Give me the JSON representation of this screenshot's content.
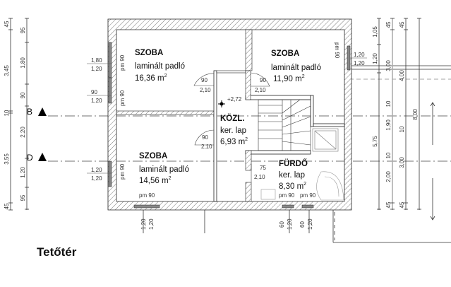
{
  "title": "Tetőtér",
  "sections": [
    "B",
    "D"
  ],
  "rooms": [
    {
      "name": "SZOBA",
      "floor": "laminált padló",
      "area": "16,36 m",
      "sup": "2"
    },
    {
      "name": "SZOBA",
      "floor": "laminált padló",
      "area": "11,90 m",
      "sup": "2"
    },
    {
      "name": "KÖZL.",
      "floor": "ker. lap",
      "area": "6,93 m",
      "sup": "2"
    },
    {
      "name": "SZOBA",
      "floor": "laminált padló",
      "area": "14,56 m",
      "sup": "2"
    },
    {
      "name": "FÜRDŐ",
      "floor": "ker. lap",
      "area": "8,30 m",
      "sup": "2"
    }
  ],
  "level_mark": "+2,72",
  "sill_label": "pm 90",
  "doors": [
    {
      "w": "90",
      "h": "2,10"
    },
    {
      "w": "90",
      "h": "2,10"
    },
    {
      "w": "90",
      "h": "2,10"
    },
    {
      "w": "75",
      "h": "2,10"
    }
  ],
  "windows_left": [
    {
      "w": "1,80",
      "h": "1,20"
    },
    {
      "w": "90",
      "h": "1,20"
    },
    {
      "w": "1,20",
      "h": "1,20"
    }
  ],
  "window_right": {
    "w": "1,20",
    "h": "1,20"
  },
  "dims_left_outer": [
    "45",
    "3,45",
    "10",
    "3,55",
    "45"
  ],
  "dims_left_inner": [
    "95",
    "1,80",
    "90",
    "2,20",
    "1,20",
    "95"
  ],
  "dims_right_a": [
    "1,05",
    "1,20",
    "5,75"
  ],
  "dims_right_b": [
    "45",
    "3,00",
    "10",
    "1,90",
    "10",
    "2,00",
    "45"
  ],
  "dims_right_c": [
    "45",
    "4,00",
    "10",
    "3,00",
    "45"
  ],
  "dims_right_d": [
    "8,00"
  ],
  "dims_bottom": [
    "1,20",
    "1,20",
    "60",
    "1,20",
    "60",
    "1,20"
  ]
}
